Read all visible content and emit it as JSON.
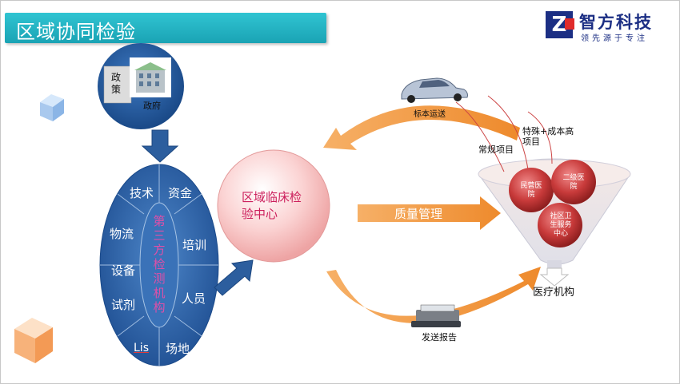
{
  "header": {
    "title": "区域协同检验"
  },
  "logo": {
    "mark": "Z",
    "name": "智方科技",
    "slogan": "领先源于专注"
  },
  "government": {
    "policy": "政策",
    "label": "政府"
  },
  "third_party": {
    "center": "第三方检测机构",
    "segments": [
      "技术",
      "资金",
      "培训",
      "人员",
      "场地",
      "Lis",
      "试剂",
      "设备",
      "物流"
    ]
  },
  "lab_center": {
    "label": "区域临床检验中心"
  },
  "flows": {
    "top": "标本运送",
    "middle": "质量管理",
    "bottom": "发送报告"
  },
  "funnel": {
    "special": "特殊+成本高项目",
    "routine": "常规项目",
    "hospitals": [
      "民营医院",
      "二级医院",
      "社区卫生服务中心"
    ],
    "output": "医疗机构"
  },
  "colors": {
    "title_bar": "#1fb0c0",
    "logo_blue": "#1c2f84",
    "arrow_orange": "#f0943a",
    "oval_blue": "#2a63a8",
    "sphere_red": "#c83a3a"
  }
}
